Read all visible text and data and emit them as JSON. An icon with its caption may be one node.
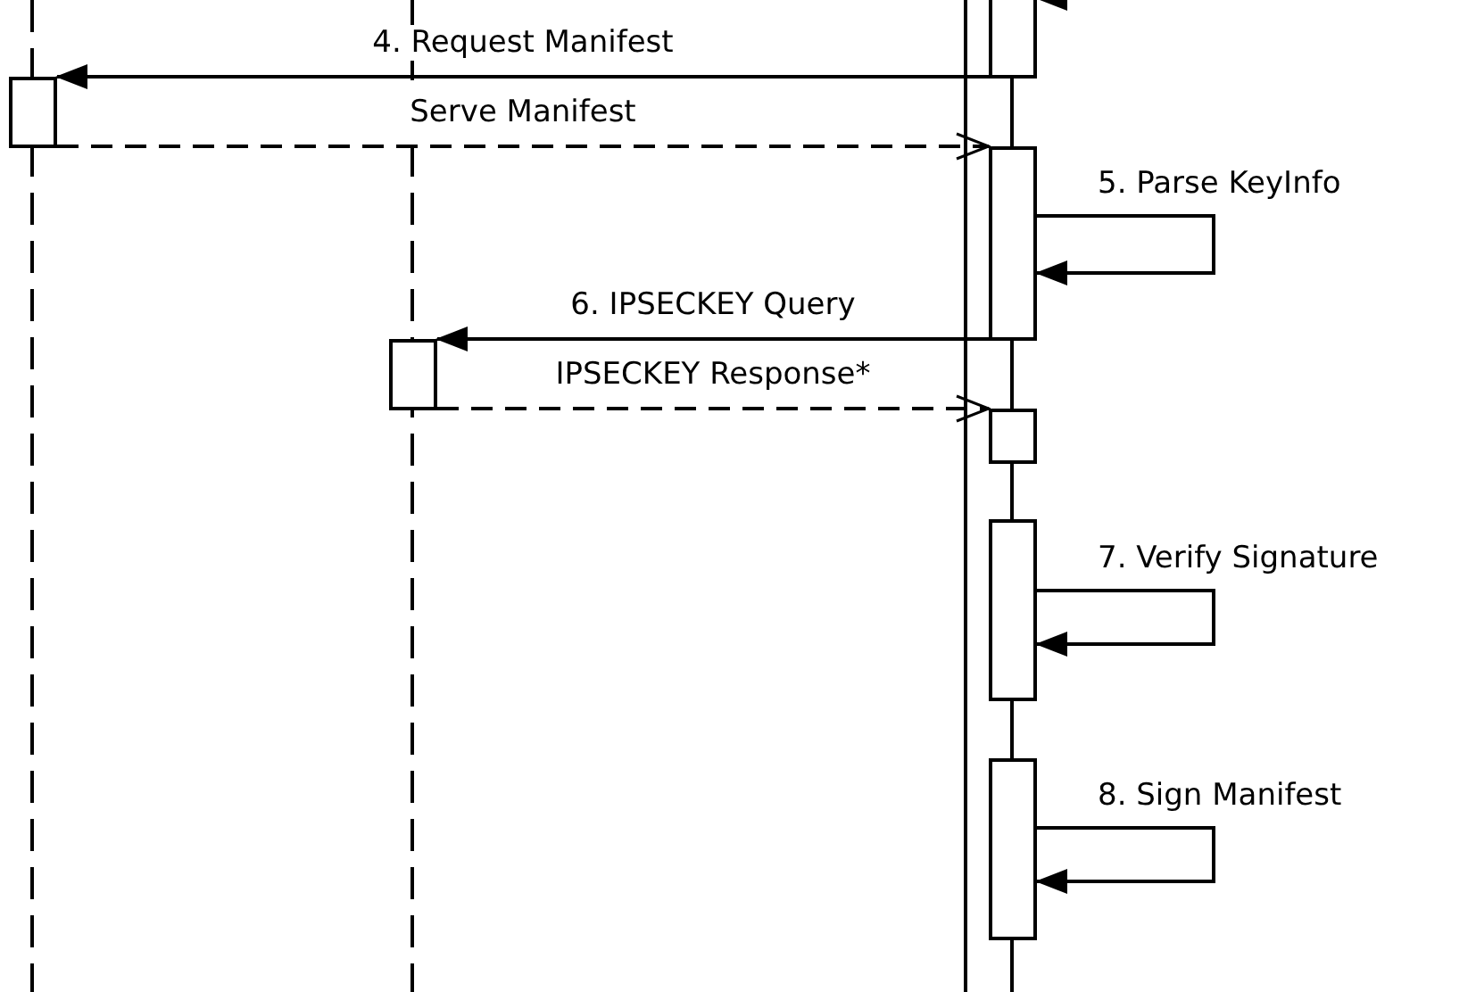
{
  "diagram": {
    "nodes": [
      {
        "text": [],
        "shape": "box"
      },
      {
        "text": [],
        "shape": "box"
      },
      {
        "text": [],
        "shape": "box"
      },
      {
        "text": [],
        "shape": "box"
      },
      {
        "text": [],
        "shape": "box"
      },
      {
        "text": [],
        "shape": "box"
      },
      {
        "text": [],
        "shape": "box"
      }
    ],
    "edges": [
      {
        "from": 2,
        "to": 0,
        "arrow": "to",
        "label": "4. Request Manifest"
      },
      {
        "from": 0,
        "to": 3,
        "arrow": "to",
        "label": "Serve Manifest",
        "style": "dashed"
      },
      {
        "from": 3,
        "to": 3,
        "arrow": "to",
        "label": "5. Parse KeyInfo"
      },
      {
        "from": 3,
        "to": 1,
        "arrow": "to",
        "label": "6. IPSECKEY Query"
      },
      {
        "from": 1,
        "to": 4,
        "arrow": "to",
        "label": "IPSECKEY Response*",
        "style": "dashed"
      },
      {
        "from": 5,
        "to": 5,
        "arrow": "to",
        "label": "7. Verify Signature"
      },
      {
        "from": 6,
        "to": 6,
        "arrow": "to",
        "label": "8. Sign Manifest"
      },
      {
        "from": null,
        "to": 2,
        "arrow": "to"
      }
    ]
  }
}
